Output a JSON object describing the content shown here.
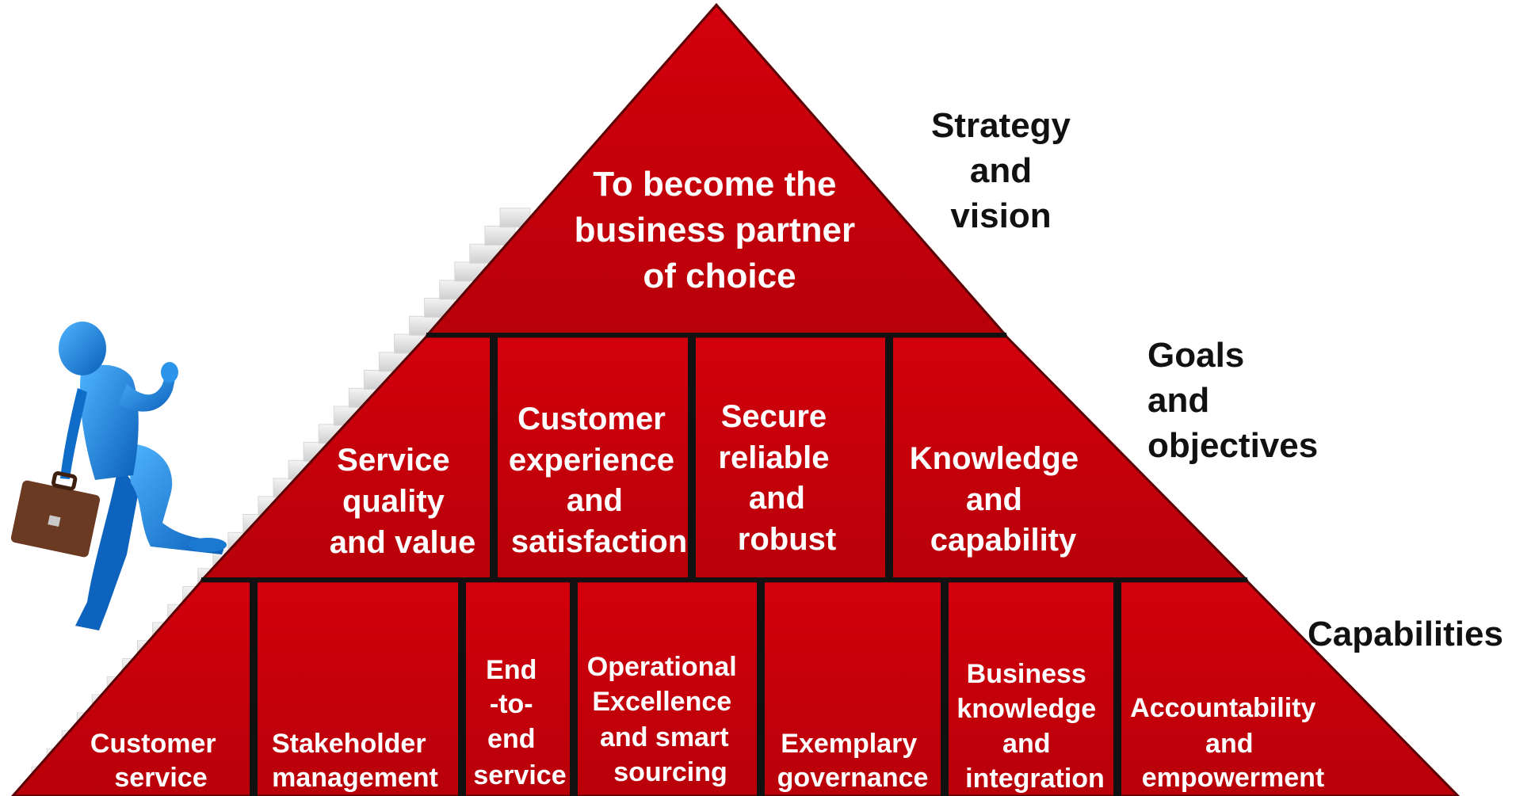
{
  "pyramid": {
    "top": {
      "lines": [
        "To become the",
        "business partner",
        "of choice"
      ]
    },
    "goals": [
      {
        "lines": [
          "Service",
          "quality",
          "and value"
        ]
      },
      {
        "lines": [
          "Customer",
          "experience",
          "and",
          "satisfaction"
        ]
      },
      {
        "lines": [
          "Secure",
          "reliable",
          "and",
          "robust"
        ]
      },
      {
        "lines": [
          "Knowledge",
          "and",
          "capability"
        ]
      }
    ],
    "capabilities": [
      {
        "lines": [
          "Customer",
          "service"
        ]
      },
      {
        "lines": [
          "Stakeholder",
          "management"
        ]
      },
      {
        "lines": [
          "End",
          "-to-",
          "end",
          "service"
        ]
      },
      {
        "lines": [
          "Operational",
          "Excellence",
          "and smart",
          "sourcing"
        ]
      },
      {
        "lines": [
          "Exemplary",
          "governance"
        ]
      },
      {
        "lines": [
          "Business",
          "knowledge",
          "and",
          "integration"
        ]
      },
      {
        "lines": [
          "Accountability",
          "and",
          "empowerment"
        ]
      }
    ]
  },
  "labels": {
    "strategy": [
      "Strategy",
      "and",
      "vision"
    ],
    "goals": [
      "Goals",
      "and",
      "objectives"
    ],
    "capabilities": [
      "Capabilities"
    ]
  },
  "colors": {
    "pyramid_fill": "#c8000a",
    "divider": "#111111",
    "figure": "#1f8ee0",
    "briefcase": "#6b3a22",
    "stairs": "#e6e6e6"
  }
}
